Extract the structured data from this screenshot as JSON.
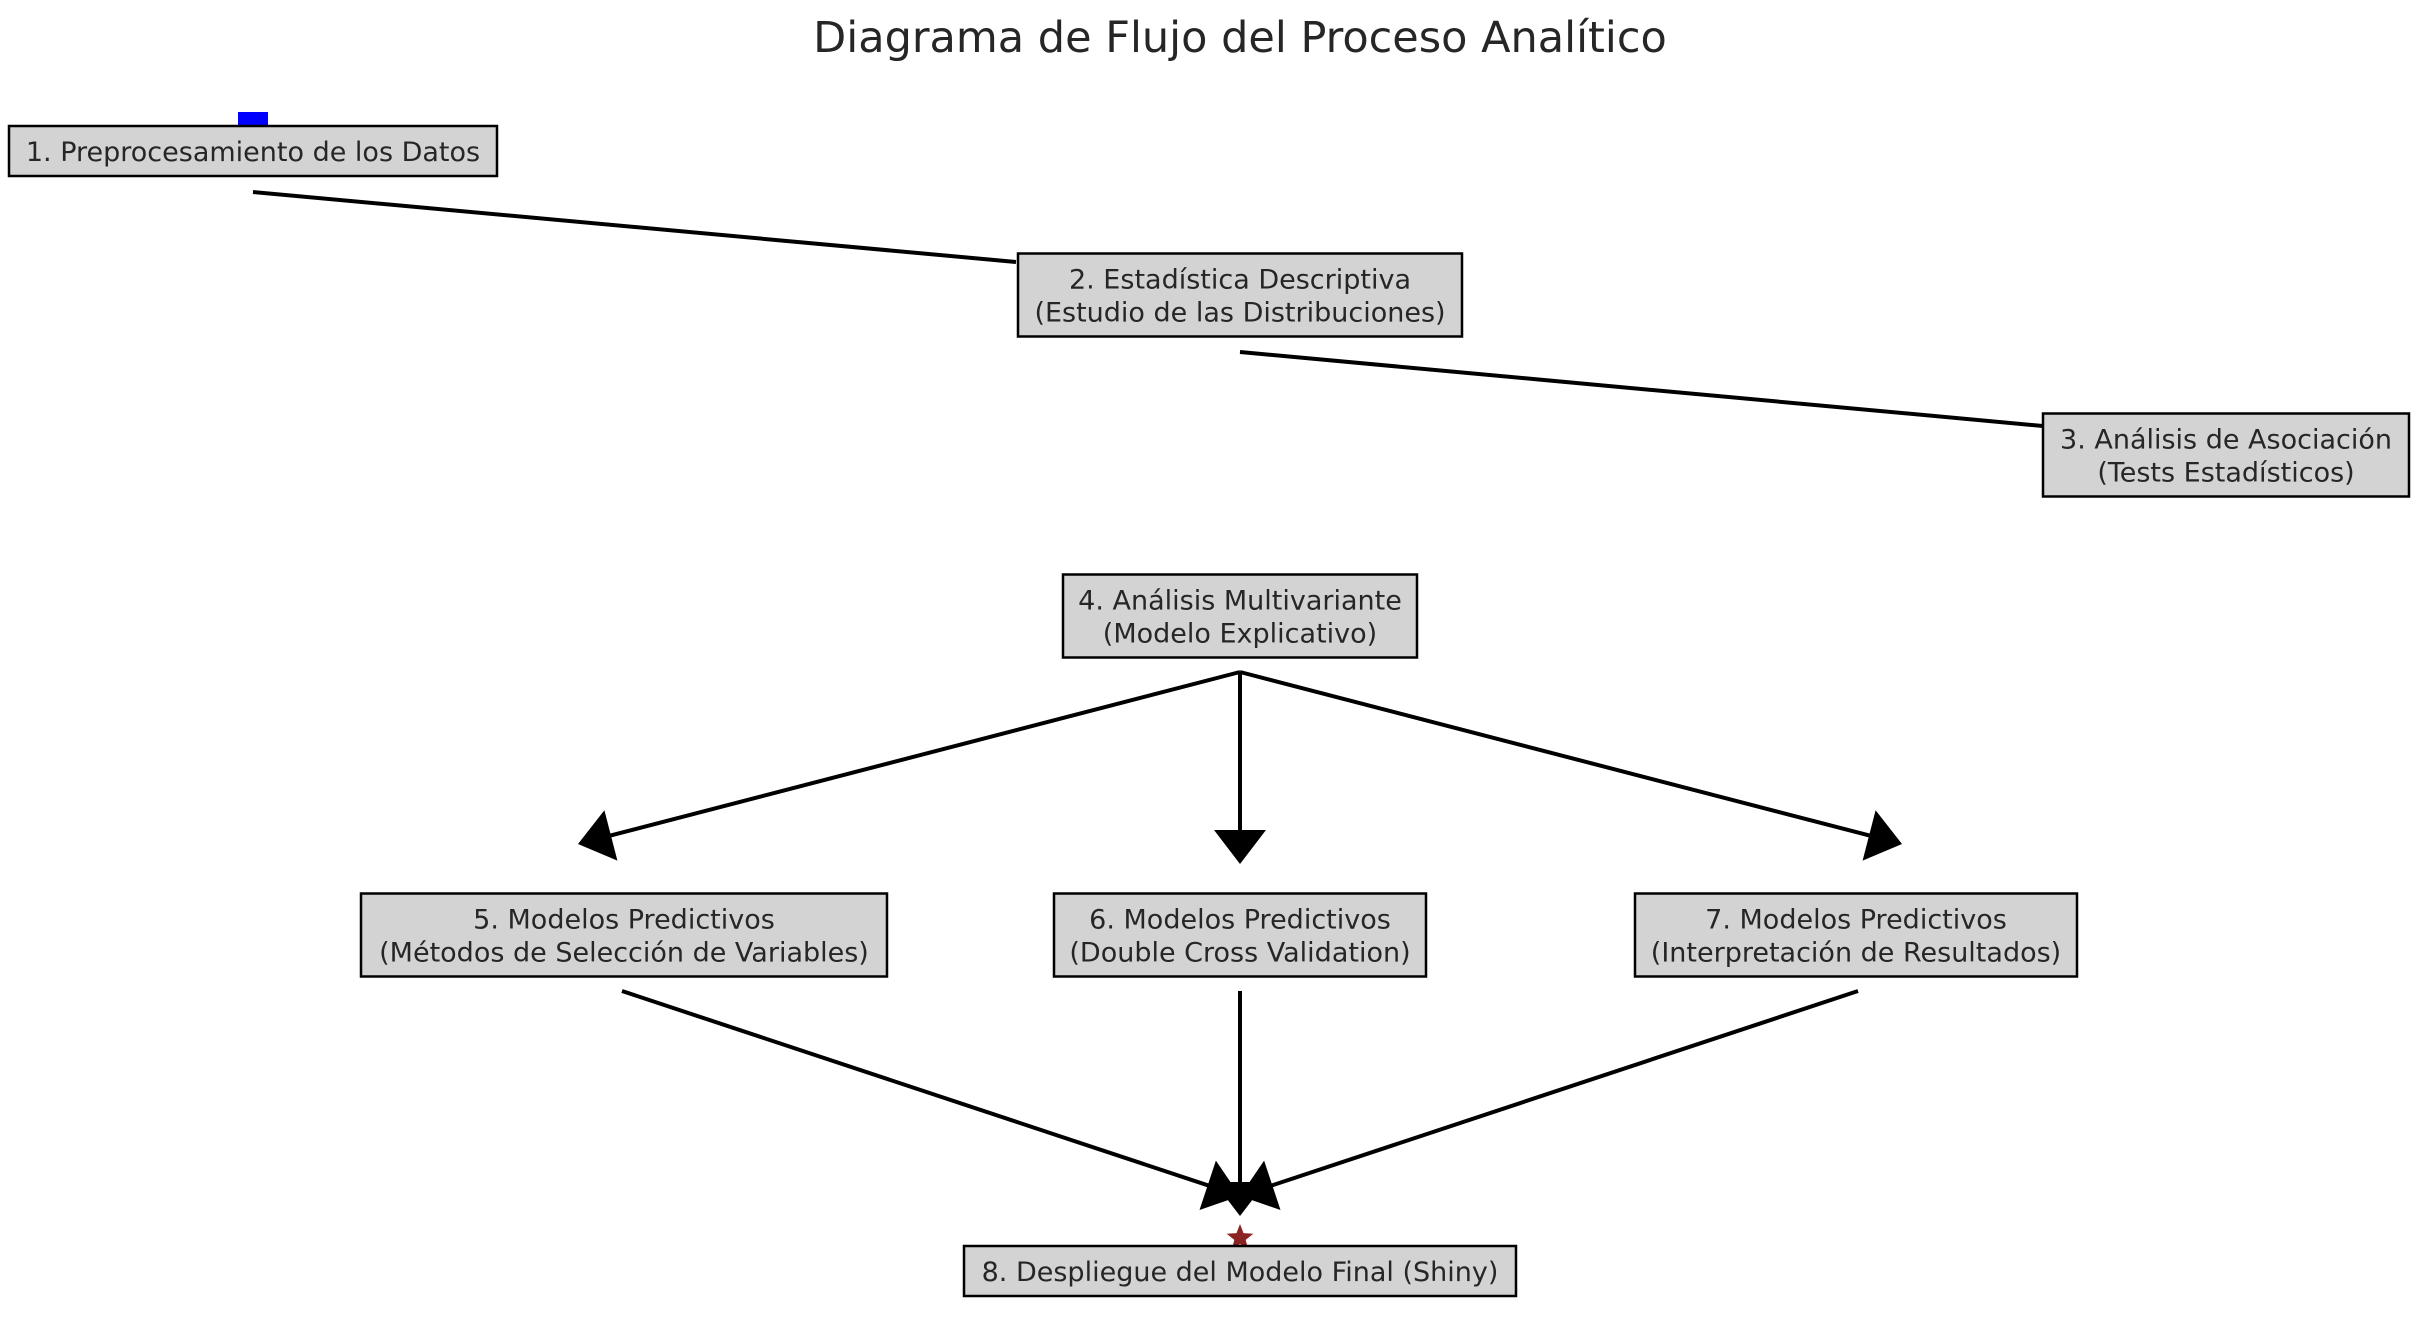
{
  "title": "Diagrama de Flujo del Proceso Analítico",
  "nodes": [
    {
      "id": "n1",
      "lines": [
        "1. Preprocesamiento de los Datos"
      ]
    },
    {
      "id": "n2",
      "lines": [
        "2. Estadística Descriptiva",
        "(Estudio de las Distribuciones)"
      ]
    },
    {
      "id": "n3",
      "lines": [
        "3. Análisis de Asociación",
        "(Tests Estadísticos)"
      ]
    },
    {
      "id": "n4",
      "lines": [
        "4. Análisis Multivariante",
        "(Modelo Explicativo)"
      ]
    },
    {
      "id": "n5",
      "lines": [
        "5. Modelos Predictivos",
        "(Métodos de Selección de Variables)"
      ]
    },
    {
      "id": "n6",
      "lines": [
        "6. Modelos Predictivos",
        "(Double Cross Validation)"
      ]
    },
    {
      "id": "n7",
      "lines": [
        "7. Modelos Predictivos",
        "(Interpretación de Resultados)"
      ]
    },
    {
      "id": "n8",
      "lines": [
        "8. Despliegue del Modelo Final (Shiny)"
      ]
    }
  ],
  "edges": [
    {
      "from": "n1",
      "to": "n2",
      "arrow": false
    },
    {
      "from": "n2",
      "to": "n3",
      "arrow": false
    },
    {
      "from": "n4",
      "to": "n5",
      "arrow": true
    },
    {
      "from": "n4",
      "to": "n6",
      "arrow": true
    },
    {
      "from": "n4",
      "to": "n7",
      "arrow": true
    },
    {
      "from": "n5",
      "to": "n8",
      "arrow": true
    },
    {
      "from": "n6",
      "to": "n8",
      "arrow": true
    },
    {
      "from": "n7",
      "to": "n8",
      "arrow": true
    }
  ],
  "markers": [
    {
      "node": "n1",
      "shape": "square",
      "color": "#0000ff"
    },
    {
      "node": "n8",
      "shape": "star",
      "color": "#8b2323"
    }
  ],
  "colors": {
    "node_fill": "#d3d3d3",
    "node_border": "#000000",
    "edge": "#000000",
    "text": "#262626"
  }
}
